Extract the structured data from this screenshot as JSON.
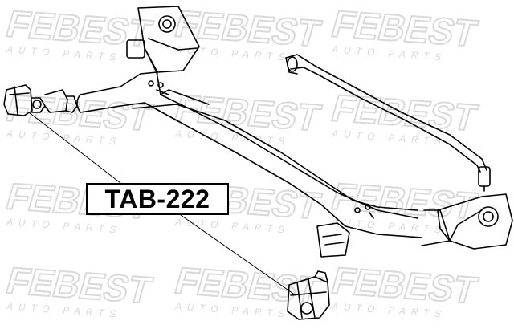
{
  "part_number": "TAB-222",
  "watermark": {
    "brand": "FEBEST",
    "tagline": "AUTO PARTS"
  },
  "colors": {
    "line": "#000000",
    "watermark": "#d9d9d9",
    "background": "#ffffff"
  }
}
